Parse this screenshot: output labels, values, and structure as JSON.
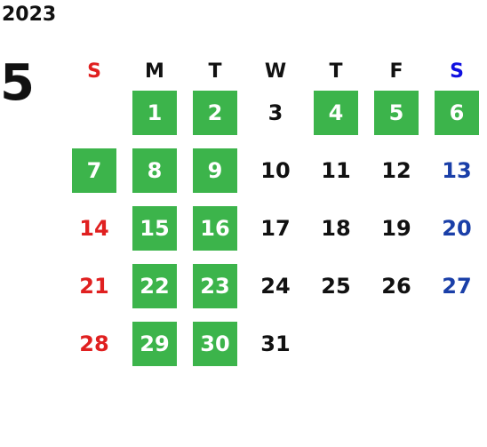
{
  "year": "2023",
  "month": "5",
  "colors": {
    "highlight": "#3cb44b",
    "sunday": "#e02020",
    "saturday": "#1a3fa8",
    "saturday_header": "#1010e0",
    "weekday": "#111111",
    "on_highlight": "#ffffff"
  },
  "weekdays": [
    {
      "label": "S",
      "color": "#e02020"
    },
    {
      "label": "M",
      "color": "#111111"
    },
    {
      "label": "T",
      "color": "#111111"
    },
    {
      "label": "W",
      "color": "#111111"
    },
    {
      "label": "T",
      "color": "#111111"
    },
    {
      "label": "F",
      "color": "#111111"
    },
    {
      "label": "S",
      "color": "#1010e0"
    }
  ],
  "weeks": [
    [
      null,
      {
        "day": "1",
        "highlight": true
      },
      {
        "day": "2",
        "highlight": true
      },
      {
        "day": "3",
        "highlight": false
      },
      {
        "day": "4",
        "highlight": true
      },
      {
        "day": "5",
        "highlight": true
      },
      {
        "day": "6",
        "highlight": true
      }
    ],
    [
      {
        "day": "7",
        "highlight": true
      },
      {
        "day": "8",
        "highlight": true
      },
      {
        "day": "9",
        "highlight": true
      },
      {
        "day": "10",
        "highlight": false
      },
      {
        "day": "11",
        "highlight": false
      },
      {
        "day": "12",
        "highlight": false
      },
      {
        "day": "13",
        "highlight": false
      }
    ],
    [
      {
        "day": "14",
        "highlight": false
      },
      {
        "day": "15",
        "highlight": true
      },
      {
        "day": "16",
        "highlight": true
      },
      {
        "day": "17",
        "highlight": false
      },
      {
        "day": "18",
        "highlight": false
      },
      {
        "day": "19",
        "highlight": false
      },
      {
        "day": "20",
        "highlight": false
      }
    ],
    [
      {
        "day": "21",
        "highlight": false
      },
      {
        "day": "22",
        "highlight": true
      },
      {
        "day": "23",
        "highlight": true
      },
      {
        "day": "24",
        "highlight": false
      },
      {
        "day": "25",
        "highlight": false
      },
      {
        "day": "26",
        "highlight": false
      },
      {
        "day": "27",
        "highlight": false
      }
    ],
    [
      {
        "day": "28",
        "highlight": false
      },
      {
        "day": "29",
        "highlight": true
      },
      {
        "day": "30",
        "highlight": true
      },
      {
        "day": "31",
        "highlight": false
      },
      null,
      null,
      null
    ]
  ]
}
